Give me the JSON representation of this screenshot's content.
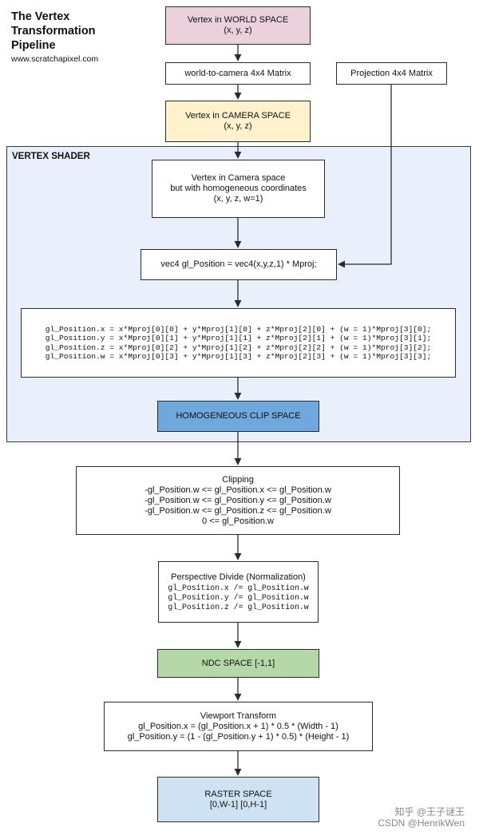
{
  "header": {
    "title_lines": [
      "The Vertex",
      "Transformation",
      "Pipeline"
    ],
    "site": "www.scratchapixel.com"
  },
  "nodes": {
    "world_space": {
      "lines": [
        "Vertex in WORLD SPACE",
        "(x, y, z)"
      ],
      "fill": "#ead1dc"
    },
    "world_to_camera": {
      "lines": [
        "world-to-camera 4x4 Matrix"
      ]
    },
    "projection_matrix": {
      "lines": [
        "Projection 4x4 Matrix"
      ]
    },
    "camera_space": {
      "lines": [
        "Vertex in CAMERA SPACE",
        "(x, y, z)"
      ],
      "fill": "#fff2cc"
    },
    "vertex_shader": {
      "title": "VERTEX SHADER",
      "fill": "#e9f0fb"
    },
    "homogeneous": {
      "lines": [
        "Vertex in Camera space",
        "but with homogeneous coordinates",
        "(x, y, z, w=1)"
      ]
    },
    "gl_position": {
      "lines": [
        "vec4 gl_Position = vec4(x,y,z,1) * Mproj;"
      ]
    },
    "matrix_code": {
      "lines": [
        "gl_Position.x = x*Mproj[0][0] + y*Mproj[1][0] + z*Mproj[2][0] + (w = 1)*Mproj[3][0];",
        "gl_Position.y = x*Mproj[0][1] + y*Mproj[1][1] + z*Mproj[2][1] + (w = 1)*Mproj[3][1];",
        "gl_Position.z = x*Mproj[0][2] + y*Mproj[1][2] + z*Mproj[2][2] + (w = 1)*Mproj[3][2];",
        "gl_Position.w = x*Mproj[0][3] + y*Mproj[1][3] + z*Mproj[2][3] + (w = 1)*Mproj[3][3];"
      ]
    },
    "clip_space": {
      "lines": [
        "HOMOGENEOUS CLIP SPACE"
      ],
      "fill": "#6fa8dc"
    },
    "clipping": {
      "lines": [
        "Clipping",
        "-gl_Position.w  <= gl_Position.x <= gl_Position.w",
        "-gl_Position.w  <= gl_Position.y <= gl_Position.w",
        "-gl_Position.w  <= gl_Position.z <= gl_Position.w",
        "0 <= gl_Position.w"
      ]
    },
    "perspective": {
      "title": "Perspective Divide (Normalization)",
      "lines": [
        "gl_Position.x /= gl_Position.w",
        "gl_Position.y /= gl_Position.w",
        "gl_Position.z /= gl_Position.w"
      ]
    },
    "ndc": {
      "lines": [
        "NDC SPACE [-1,1]"
      ],
      "fill": "#b6d7a8"
    },
    "viewport": {
      "lines": [
        "Viewport Transform",
        "gl_Position.x = (gl_Position.x + 1) * 0.5 * (Width - 1)",
        "gl_Position.y = (1 - (gl_Position.y + 1) * 0.5) * (Height - 1)"
      ]
    },
    "raster": {
      "lines": [
        "RASTER SPACE",
        "[0,W-1] [0,H-1]"
      ],
      "fill": "#cfe2f3"
    }
  },
  "watermark": {
    "lines": [
      "知乎 @王子谜王",
      "CSDN @HenrikWen"
    ]
  },
  "colors": {
    "border": "#2b2b2b",
    "arrow": "#2b2b2b"
  }
}
